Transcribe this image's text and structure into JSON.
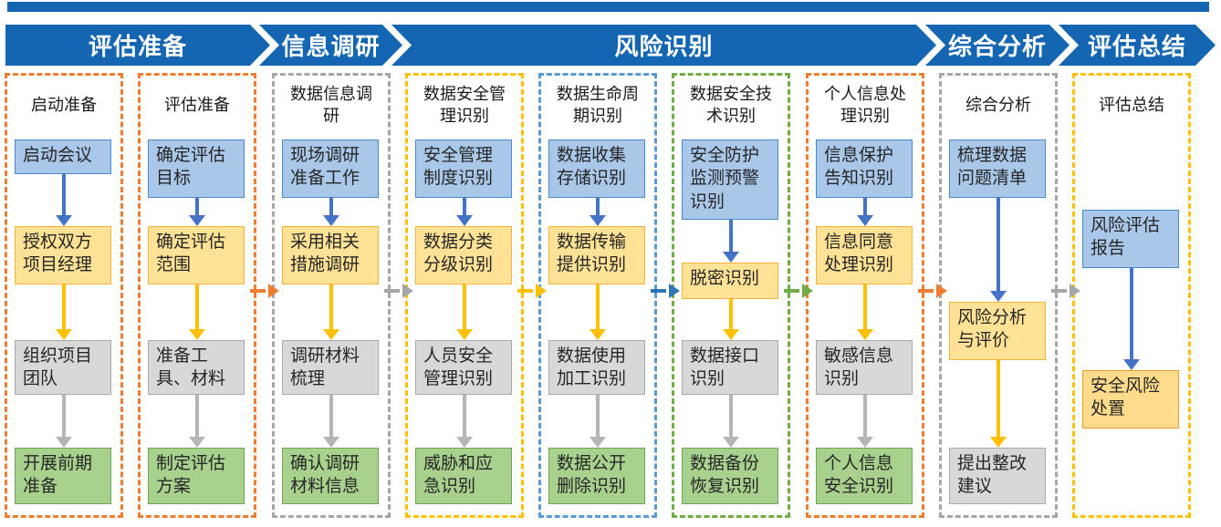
{
  "header": {
    "stages": [
      {
        "label": "评估准备"
      },
      {
        "label": "信息调研"
      },
      {
        "label": "风险识别"
      },
      {
        "label": "综合分析"
      },
      {
        "label": "评估总结"
      }
    ]
  },
  "palette": {
    "banner_blue": "#1466B3",
    "box_blue_fill": "#A9C8E9",
    "box_blue_border": "#4A89C8",
    "box_yellow_fill": "#FFE295",
    "box_yellow_border": "#F3B33C",
    "box_gray_fill": "#D8D8D8",
    "box_gray_border": "#A9A9A9",
    "box_green_fill": "#A9D18E",
    "box_green_border": "#71A354",
    "box_orange_fill": "#FFDC8C",
    "box_orange_border": "#ED9A33",
    "arrow_blue": "#4472C4",
    "arrow_yellow": "#FFC000",
    "arrow_gray": "#B5B5B5"
  },
  "columns": [
    {
      "title": "启动准备",
      "border_color": "#ED7D31",
      "steps": [
        {
          "label": "启动会议"
        },
        {
          "label": "授权双方项目经理"
        },
        {
          "label": "组织项目团队"
        },
        {
          "label": "开展前期准备"
        }
      ]
    },
    {
      "title": "评估准备",
      "border_color": "#ED7D31",
      "steps": [
        {
          "label": "确定评估目标"
        },
        {
          "label": "确定评估范围"
        },
        {
          "label": "准备工具、材料"
        },
        {
          "label": "制定评估方案"
        }
      ]
    },
    {
      "title": "数据信息调研",
      "border_color": "#A6A6A6",
      "steps": [
        {
          "label": "现场调研准备工作"
        },
        {
          "label": "采用相关措施调研"
        },
        {
          "label": "调研材料梳理"
        },
        {
          "label": "确认调研材料信息"
        }
      ]
    },
    {
      "title": "数据安全管理识别",
      "border_color": "#FFC000",
      "steps": [
        {
          "label": "安全管理制度识别"
        },
        {
          "label": "数据分类分级识别"
        },
        {
          "label": "人员安全管理识别"
        },
        {
          "label": "威胁和应急识别"
        }
      ]
    },
    {
      "title": "数据生命周期识别",
      "border_color": "#5B9BD5",
      "steps": [
        {
          "label": "数据收集存储识别"
        },
        {
          "label": "数据传输提供识别"
        },
        {
          "label": "数据使用加工识别"
        },
        {
          "label": "数据公开删除识别"
        }
      ]
    },
    {
      "title": "数据安全技术识别",
      "border_color": "#70AD47",
      "steps": [
        {
          "label": "安全防护监测预警识别"
        },
        {
          "label": "脱密识别"
        },
        {
          "label": "数据接口识别"
        },
        {
          "label": "数据备份恢复识别"
        }
      ]
    },
    {
      "title": "个人信息处理识别",
      "border_color": "#ED7D31",
      "steps": [
        {
          "label": "信息保护告知识别"
        },
        {
          "label": "信息同意处理识别"
        },
        {
          "label": "敏感信息识别"
        },
        {
          "label": "个人信息安全识别"
        }
      ]
    },
    {
      "title": "综合分析",
      "border_color": "#A6A6A6",
      "steps": [
        {
          "label": "梳理数据问题清单"
        },
        {
          "label": "风险分析与评价"
        },
        {
          "label": "提出整改建议"
        }
      ]
    },
    {
      "title": "评估总结",
      "border_color": "#FFC000",
      "steps": [
        {
          "label": "风险评估报告"
        },
        {
          "label": "安全风险处置"
        }
      ]
    }
  ],
  "connectors": [
    {
      "from": "评估准备",
      "to": "数据信息调研",
      "color": "#ED7D31"
    },
    {
      "from": "数据信息调研",
      "to": "数据安全管理识别",
      "color": "#A6A6A6"
    },
    {
      "from": "数据安全管理识别",
      "to": "数据生命周期识别",
      "color": "#FFC000"
    },
    {
      "from": "数据生命周期识别",
      "to": "数据安全技术识别",
      "color": "#2E75B6"
    },
    {
      "from": "数据安全技术识别",
      "to": "个人信息处理识别",
      "color": "#70AD47"
    },
    {
      "from": "个人信息处理识别",
      "to": "综合分析",
      "color": "#ED7D31"
    },
    {
      "from": "综合分析",
      "to": "评估总结",
      "color": "#A6A6A6"
    }
  ]
}
